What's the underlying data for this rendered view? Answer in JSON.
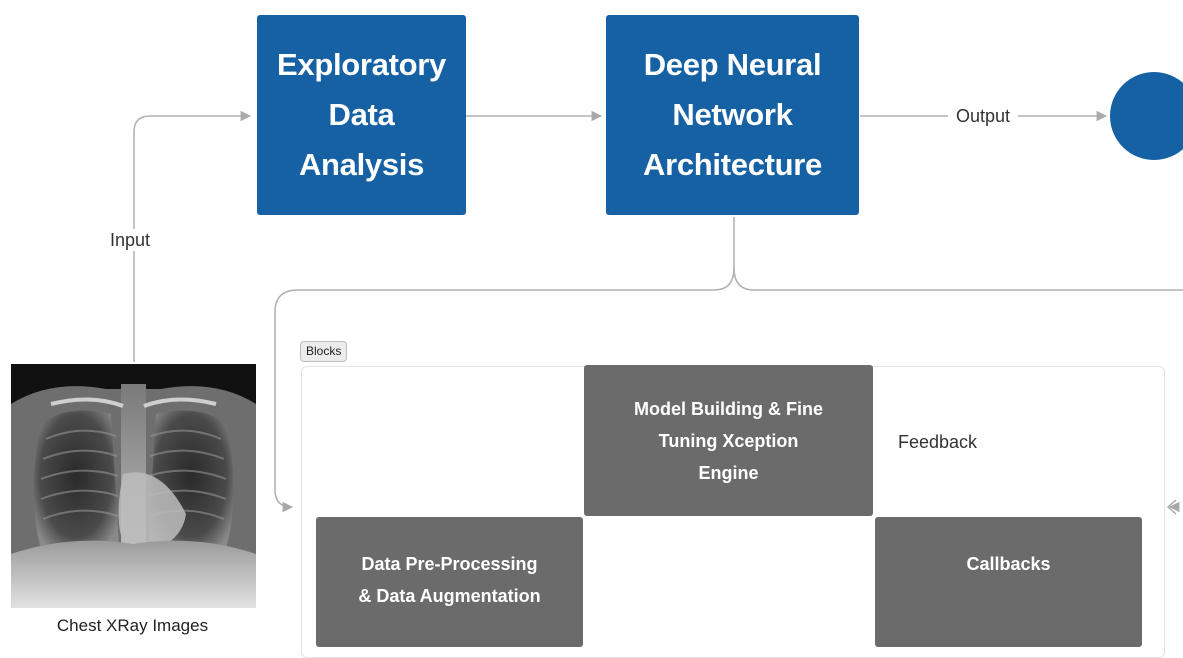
{
  "nodes": {
    "eda": {
      "lines": [
        "Exploratory",
        "Data",
        "Analysis"
      ]
    },
    "dnn": {
      "lines": [
        "Deep Neural",
        "Network",
        "Architecture"
      ]
    },
    "model_building": {
      "lines": [
        "Model Building & Fine",
        "Tuning Xception",
        "Engine"
      ]
    },
    "preprocessing": {
      "lines": [
        "Data Pre-Processing",
        "& Data Augmentation"
      ]
    },
    "callbacks": {
      "lines": [
        "Callbacks"
      ]
    }
  },
  "edge_labels": {
    "input": "Input",
    "output": "Output",
    "feedback": "Feedback"
  },
  "group_label": "Blocks",
  "image_caption": "Chest XRay Images",
  "colors": {
    "primary_box": "#1660a4",
    "secondary_box": "#6b6b6b",
    "connector": "#b0b0b0"
  }
}
